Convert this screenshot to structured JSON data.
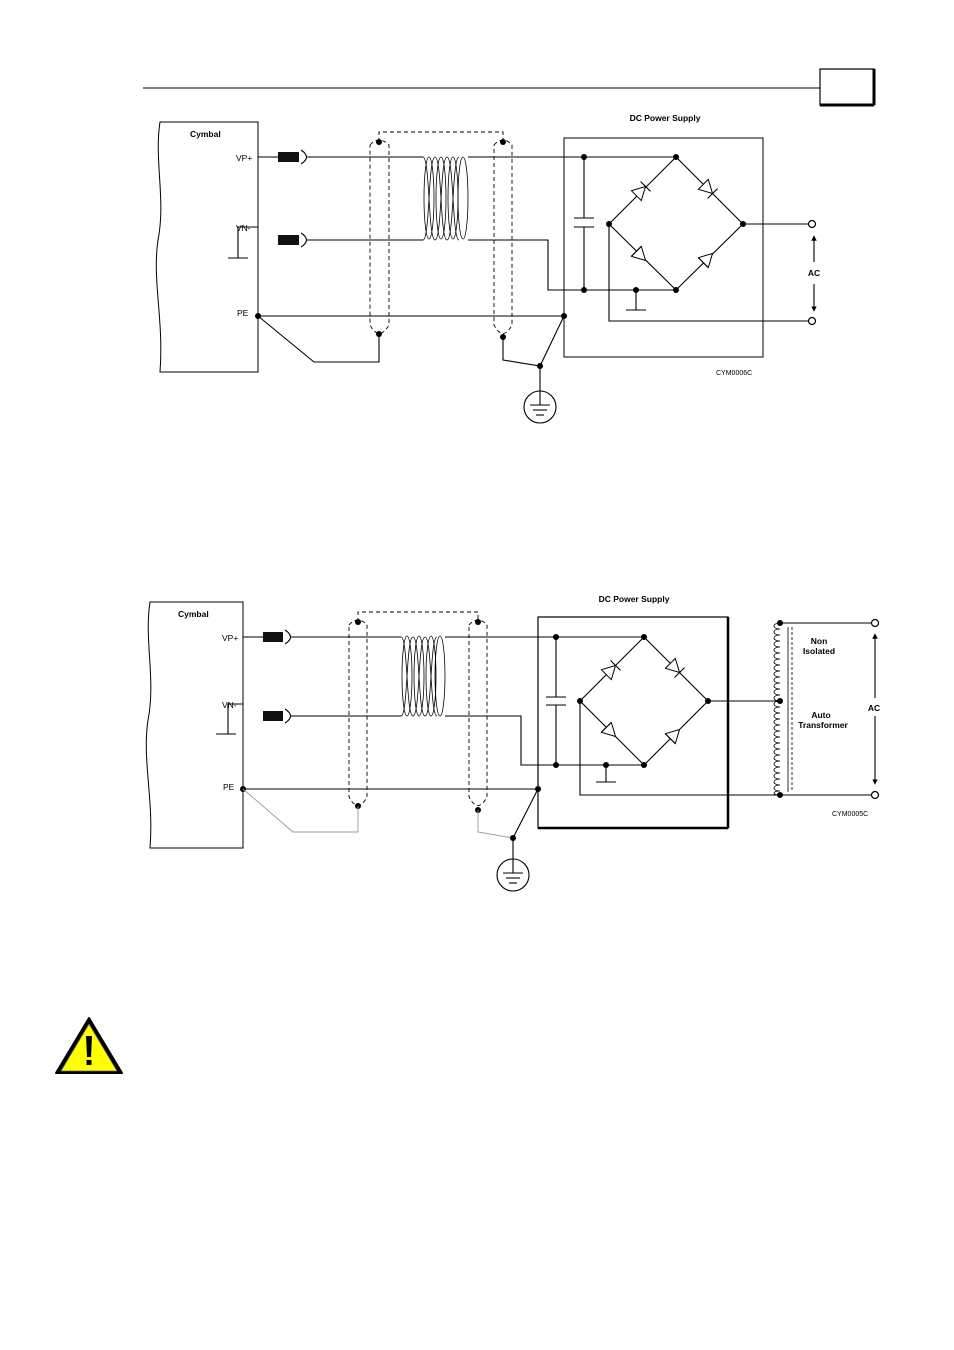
{
  "header": {
    "page_box": ""
  },
  "diagram1": {
    "device_label": "Cymbal",
    "pin_vp": "VP+",
    "pin_vn": "VN-",
    "pin_pe": "PE",
    "supply_title": "DC Power Supply",
    "ac_label": "AC",
    "figure_code": "CYM0006C"
  },
  "diagram2": {
    "device_label": "Cymbal",
    "pin_vp": "VP+",
    "pin_vn": "VN-",
    "pin_pe": "PE",
    "supply_title": "DC Power Supply",
    "transformer_line1": "Non",
    "transformer_line2": "Isolated",
    "transformer_line3": "Auto",
    "transformer_line4": "Transformer",
    "ac_label": "AC",
    "figure_code": "CYM0005C"
  },
  "warning": {
    "icon": "warning-icon",
    "color": "#ffff00"
  }
}
